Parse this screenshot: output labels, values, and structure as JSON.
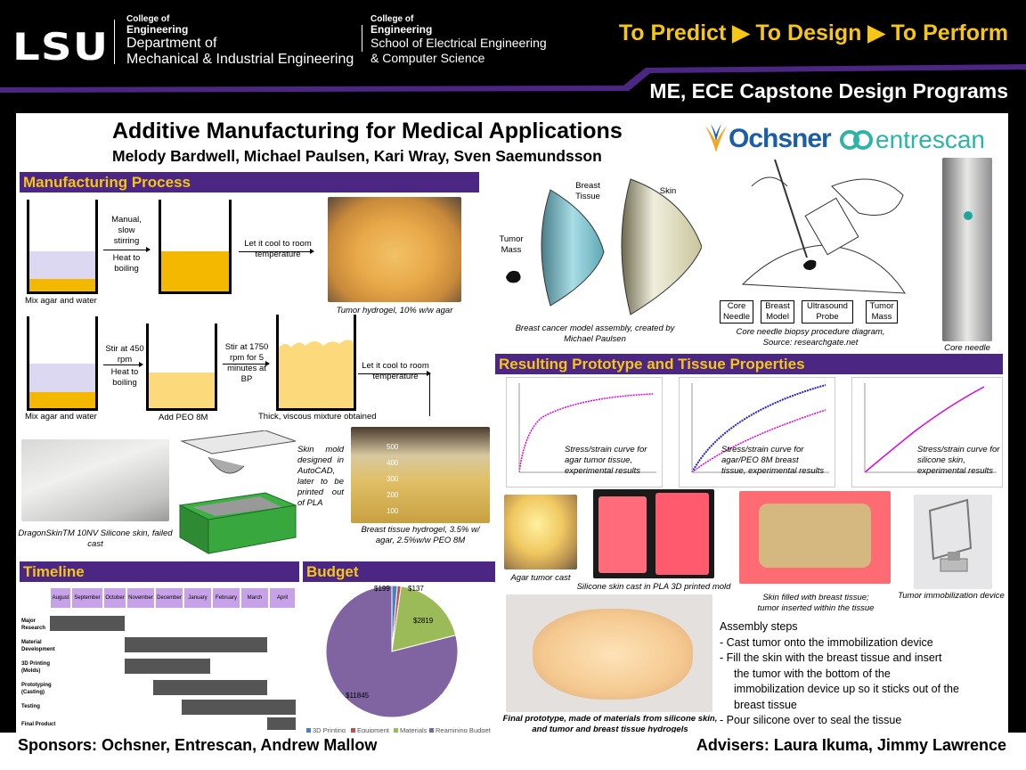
{
  "header": {
    "logo": "LSU",
    "college1_small": "College of",
    "college1_eng": "Engineering",
    "dept1_line1": "Department of",
    "dept1_line2": "Mechanical & Industrial Engineering",
    "college2_small": "College of",
    "college2_eng": "Engineering",
    "dept2_line1": "School of Electrical Engineering",
    "dept2_line2": "& Computer Science",
    "tagline": "To Predict ▶ To Design ▶ To Perform",
    "capstone": "ME, ECE Capstone Design Programs"
  },
  "poster": {
    "title": "Additive Manufacturing for Medical Applications",
    "authors": "Melody Bardwell, Michael Paulsen, Kari Wray, Sven Saemundsson",
    "logo_ochsner": "Ochsner",
    "logo_entrescan": "entrescan"
  },
  "manufacturing": {
    "heading": "Manufacturing Process",
    "step1_manual": "Manual,\nslow\nstirring",
    "step1_heat": "Heat to\nboiling",
    "step1_cool": "Let it cool to room\ntemperature",
    "mix1": "Mix agar and water",
    "tumor_caption": "Tumor hydrogel, 10% w/w agar",
    "stir450": "Stir at 450\nrpm",
    "heat2": "Heat to\nboiling",
    "stir1750": "Stir at 1750\nrpm for 5\nminutes at\nBP",
    "cool2": "Let it cool to room\ntemperature",
    "mix2": "Mix agar and water",
    "add_peo": "Add PEO 8M",
    "thick": "Thick, viscous mixture obtained",
    "dragon_caption": "DragonSkinTM 10NV Silicone skin, failed cast",
    "mold_caption": "Skin mold designed in AutoCAD, later to be printed out of PLA",
    "breast_caption": "Breast tissue hydrogel, 3.5% w/ agar, 2.5%w/w PEO 8M",
    "beaker_ticks": [
      "500",
      "400",
      "300",
      "200",
      "100"
    ]
  },
  "model": {
    "breast_tissue": "Breast\nTissue",
    "skin": "Skin",
    "tumor_mass": "Tumor\nMass",
    "caption": "Breast cancer model assembly, created by Michael Paulsen"
  },
  "biopsy": {
    "labels": [
      "Core\nNeedle",
      "Breast\nModel",
      "Ultrasound\nProbe",
      "Tumor\nMass"
    ],
    "caption": "Core needle biopsy procedure diagram,\nSource: researchgate.net",
    "core_needle": "Core needle"
  },
  "results": {
    "heading": "Resulting Prototype and Tissue Properties",
    "curve1": "Stress/strain curve for agar tumor tissue, experimental results",
    "curve2": "Stress/strain curve for agar/PEO 8M breast tissue, experimental results",
    "curve3": "Stress/strain curve for silicone skin, experimental results",
    "agar_cast": "Agar tumor cast",
    "silicone_cast": "Silicone skin cast in PLA 3D printed mold",
    "skin_filled": "Skin filled with breast tissue;\ntumor inserted within the tissue",
    "immobilization": "Tumor immobilization device",
    "final_caption": "Final prototype, made of materials from silicone skin,\nand tumor and breast tissue hydrogels",
    "assembly_title": "Assembly steps",
    "steps": [
      "-    Cast tumor onto the immobilization device",
      "-    Fill the skin with the breast tissue and insert",
      "the tumor with the bottom of the",
      "immobilization device up so it sticks out of the",
      "breast tissue",
      "-    Pour silicone over to seal the tissue"
    ]
  },
  "timeline": {
    "heading": "Timeline",
    "months": [
      "August",
      "September",
      "October",
      "November",
      "December",
      "January",
      "February",
      "March",
      "April"
    ],
    "tasks": [
      "Major\nResearch",
      "Material\nDevelopment",
      "3D Printing\n(Molds)",
      "Prototyping\n(Casting)",
      "Testing",
      "Final Product"
    ]
  },
  "budget": {
    "heading": "Budget"
  },
  "chart_data": {
    "type": "pie",
    "categories": [
      "3D Printing",
      "Equipment",
      "Materials",
      "Reamining Budget"
    ],
    "values": [
      199,
      137,
      2819,
      11845
    ],
    "labels": [
      "$199",
      "$137",
      "$2819",
      "$11845"
    ],
    "colors": [
      "#4a7fc1",
      "#c0504d",
      "#9bbb59",
      "#8064a2"
    ],
    "legend": "bottom"
  },
  "footer": {
    "sponsors": "Sponsors: Ochsner, Entrescan, Andrew Mallow",
    "advisers": "Advisers: Laura Ikuma, Jimmy Lawrence"
  }
}
